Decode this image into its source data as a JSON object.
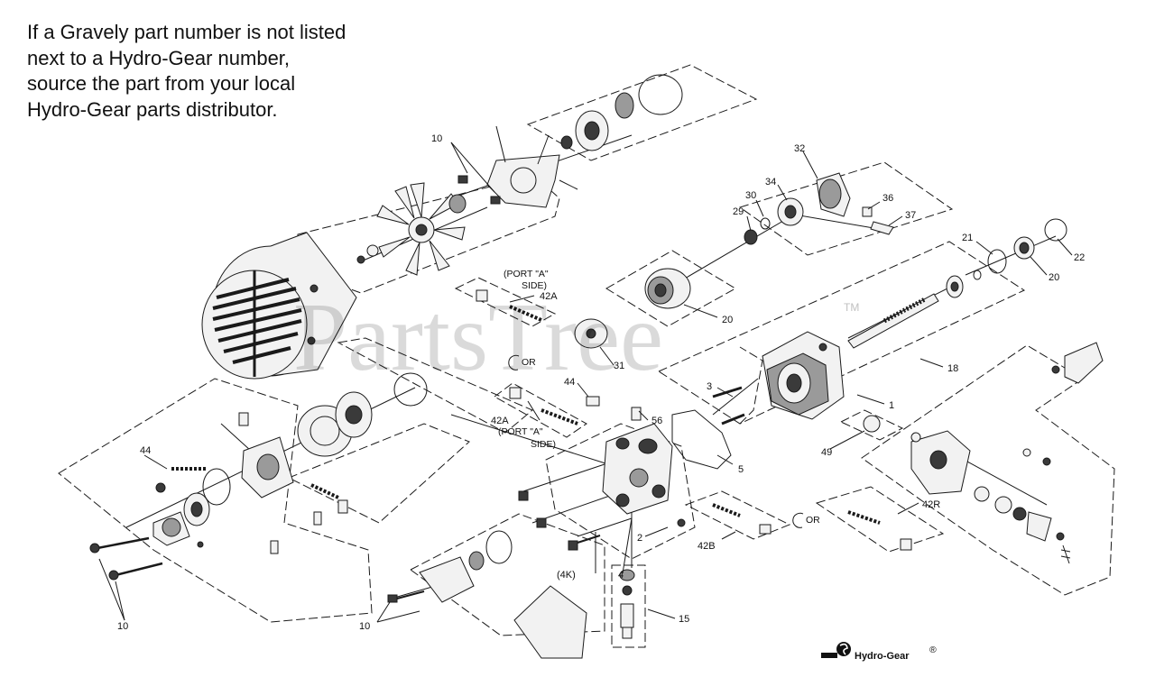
{
  "note": {
    "lines": [
      "If a Gravely part number is not listed",
      "next to a Hydro-Gear number,",
      "source the part from your local",
      "Hydro-Gear parts distributor."
    ]
  },
  "watermark": {
    "text": "PartsTree",
    "tm": "TM"
  },
  "brand": {
    "name": "Hydro-Gear",
    "reg": "®"
  },
  "callouts": {
    "c10_top": "10",
    "c10_bottom_left": "10",
    "c10_bottom_mid": "10",
    "c32": "32",
    "c34": "34",
    "c30": "30",
    "c29": "29",
    "c36": "36",
    "c37": "37",
    "c21": "21",
    "c22": "22",
    "c20a": "20",
    "c20b": "20",
    "c18": "18",
    "c1": "1",
    "c3": "3",
    "c5": "5",
    "c49": "49",
    "c56": "56",
    "c44a": "44",
    "c44b": "44",
    "c42a_top": "42A",
    "c42a_bot": "42A",
    "c42b": "42B",
    "c42r": "42R",
    "c31": "31",
    "c2": "2",
    "c4": "4",
    "c4k": "(4K)",
    "c15": "15",
    "port_a_top_1": "(PORT \"A\"",
    "port_a_top_2": "SIDE)",
    "port_a_bot_1": "(PORT \"A\"",
    "port_a_bot_2": "SIDE)",
    "or_left": "OR",
    "or_right": "OR"
  }
}
